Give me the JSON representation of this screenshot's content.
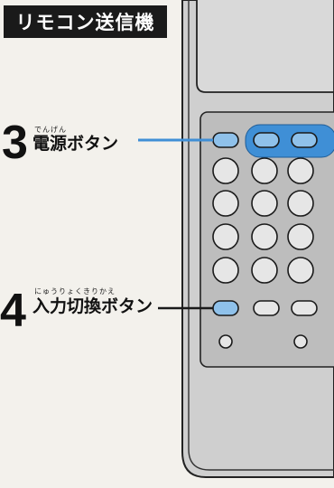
{
  "title": "リモコン送信機",
  "steps": [
    {
      "number": "3",
      "ruby": "でんげん",
      "label": "電源ボタン"
    },
    {
      "number": "4",
      "ruby": "にゅうりょくきりかえ",
      "label": "入力切換ボタン"
    }
  ],
  "colors": {
    "highlight": "#3f8fd6",
    "highlight_fill": "#8fc1ea",
    "remote_body": "#c9c9c9",
    "title_bg": "#1a1a1a"
  },
  "icons": [
    "power-button",
    "input-select-button",
    "number-key"
  ]
}
